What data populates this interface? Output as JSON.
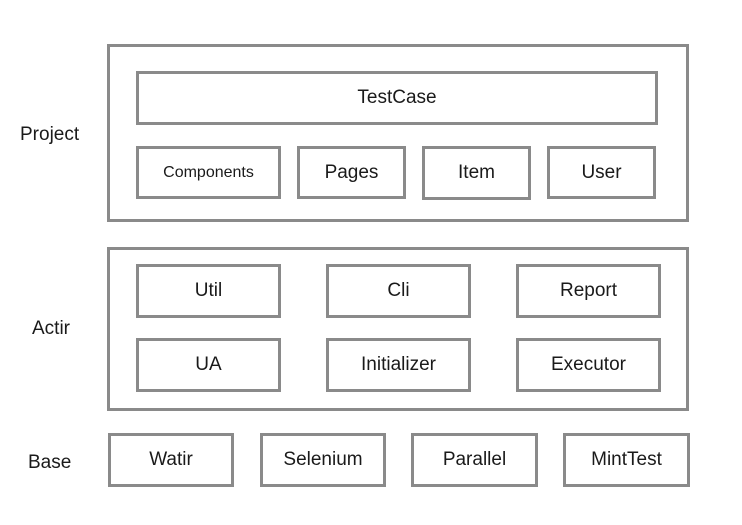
{
  "layers": {
    "project": {
      "label": "Project",
      "top": "TestCase",
      "items": [
        "Components",
        "Pages",
        "Item",
        "User"
      ]
    },
    "actir": {
      "label": "Actir",
      "row1": [
        "Util",
        "Cli",
        "Report"
      ],
      "row2": [
        "UA",
        "Initializer",
        "Executor"
      ]
    },
    "base": {
      "label": "Base",
      "items": [
        "Watir",
        "Selenium",
        "Parallel",
        "MintTest"
      ]
    }
  }
}
